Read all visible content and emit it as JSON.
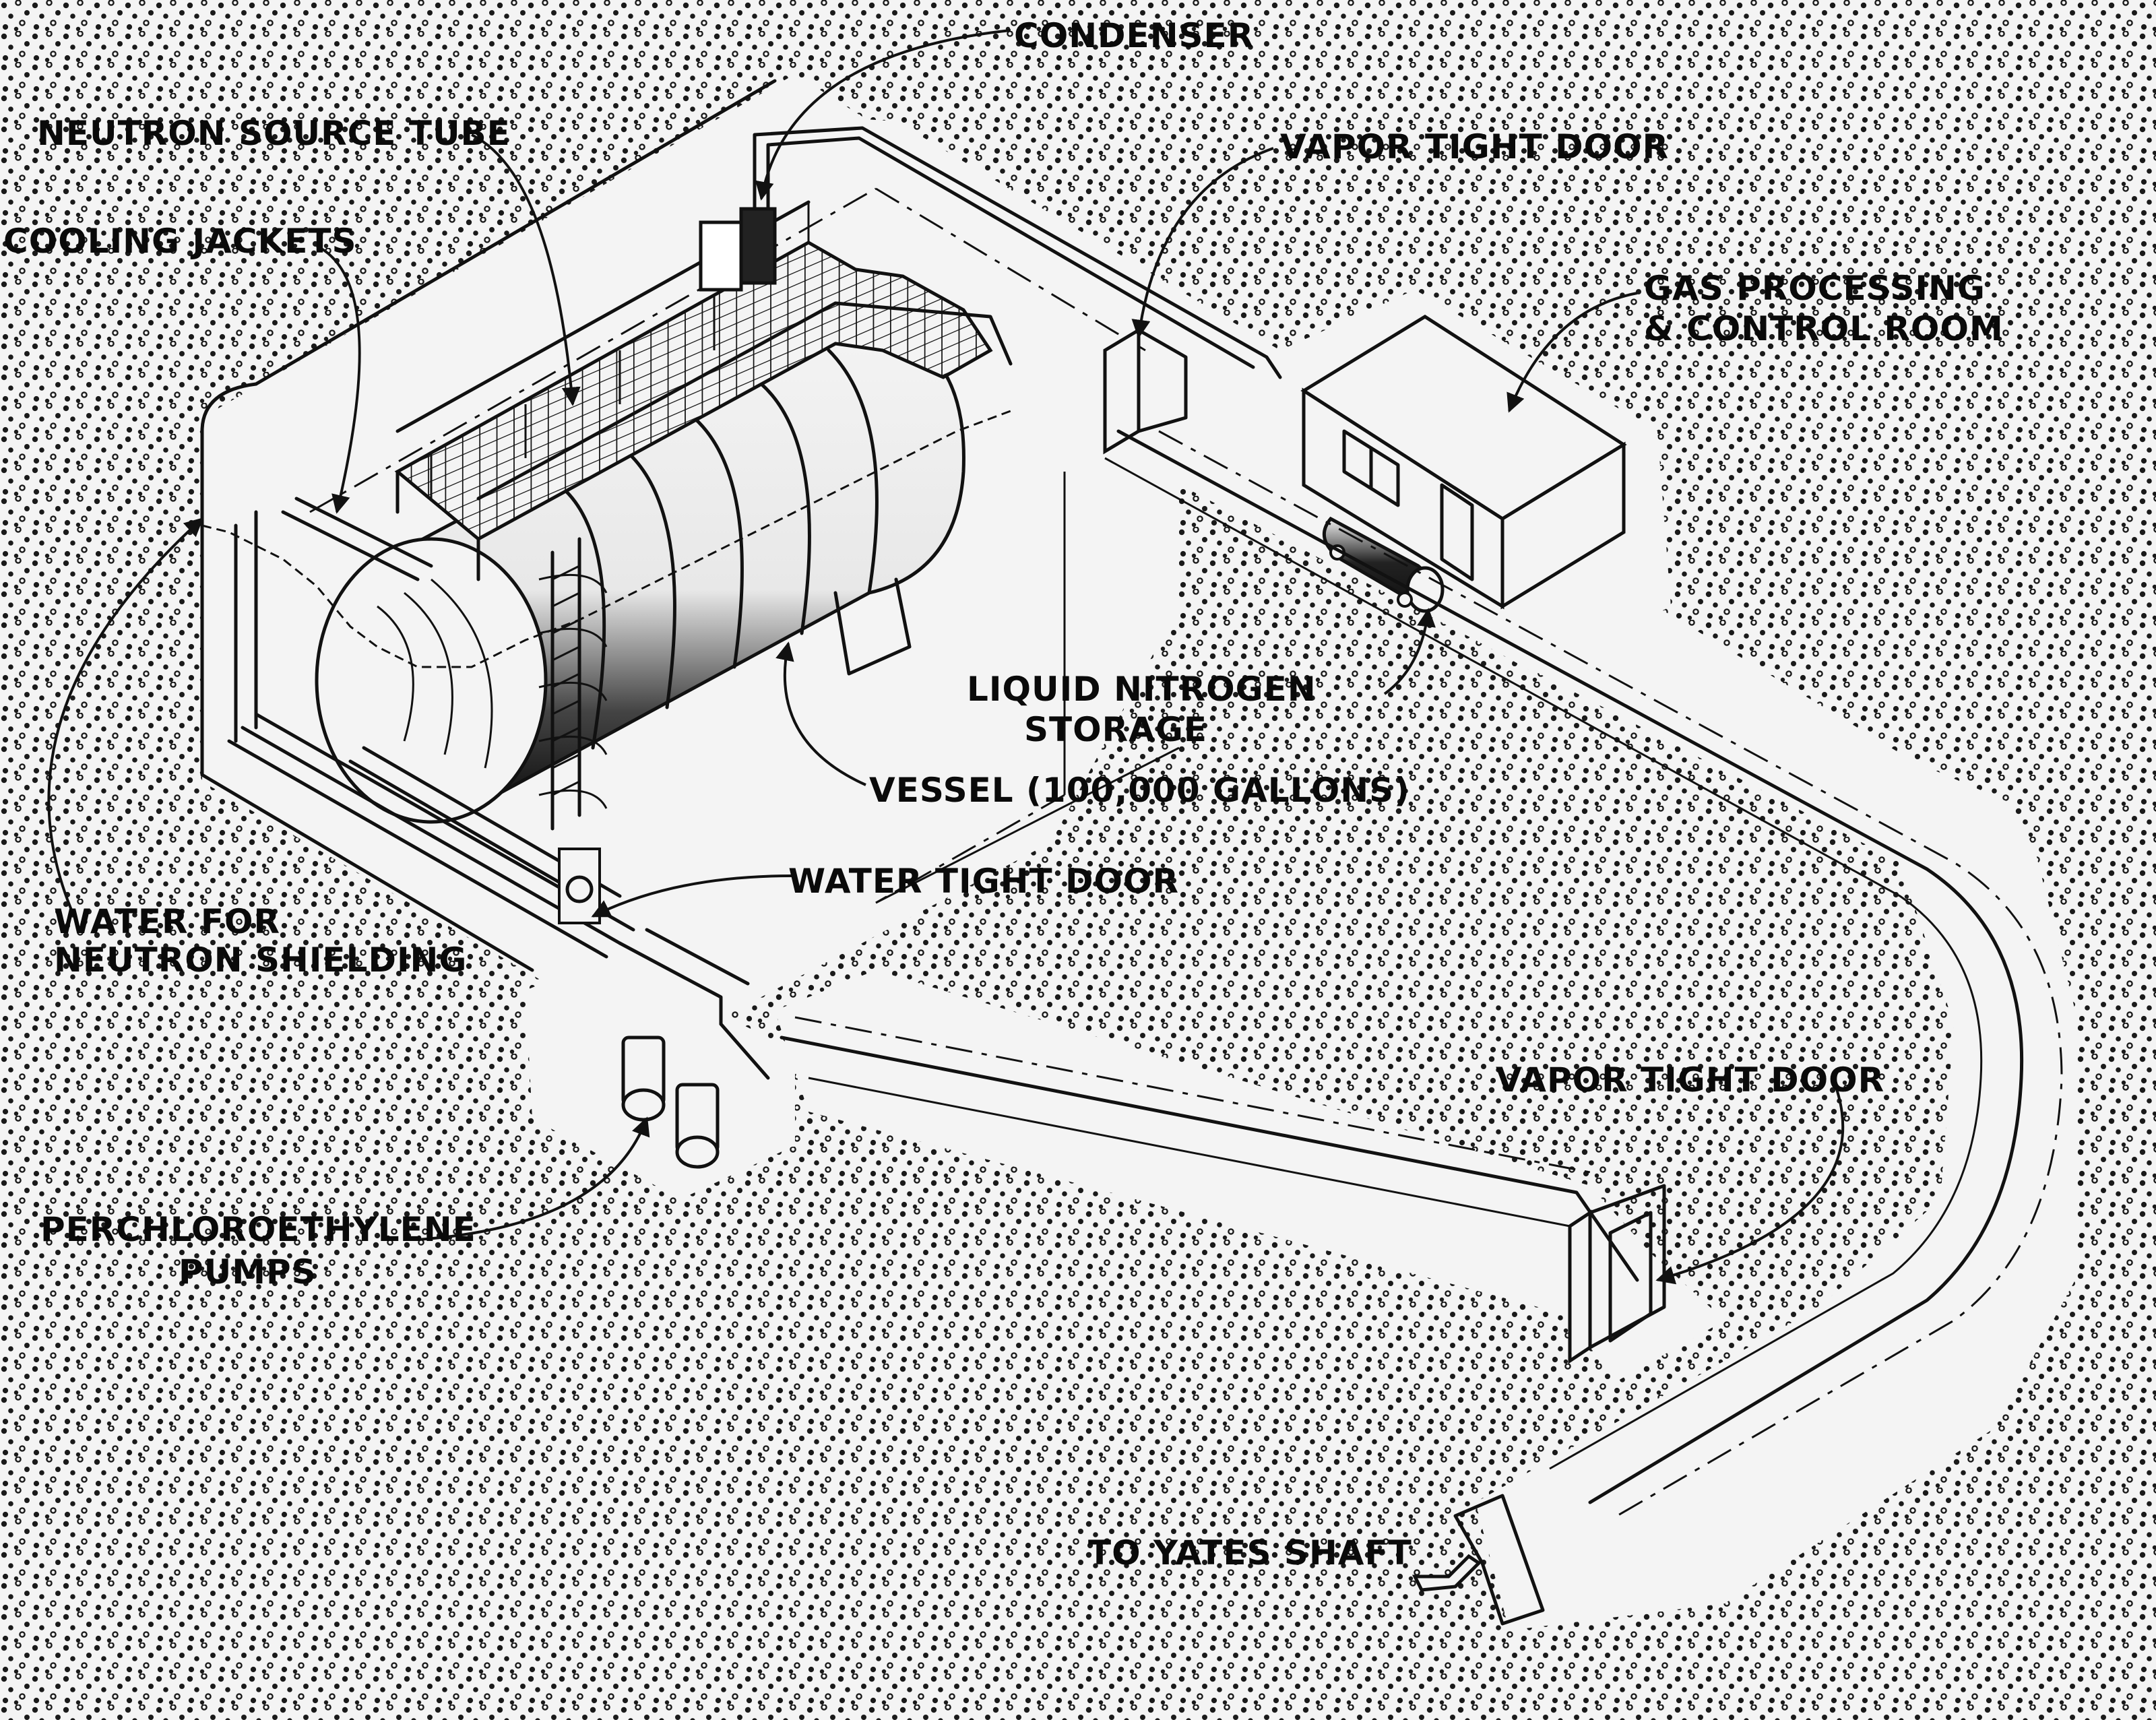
{
  "diagram": {
    "type": "isometric cutaway technical illustration",
    "subject": "Underground neutrino detector cavern with tank, access tunnels and control room",
    "palette": {
      "ink": "#111111",
      "paper": "#f4f4f4",
      "rock_stipple": "#1a1a1a"
    },
    "labels": {
      "condenser": "CONDENSER",
      "neutron_source_tube": "NEUTRON SOURCE TUBE",
      "vapor_tight_door_top": "VAPOR TIGHT DOOR",
      "cooling_jackets": "COOLING JACKETS",
      "gas_processing_line1": "GAS PROCESSING",
      "gas_processing_line2": "& CONTROL ROOM",
      "liquid_nitrogen_line1": "LIQUID NITROGEN",
      "liquid_nitrogen_line2": "STORAGE",
      "vessel": "VESSEL (100,000 GALLONS)",
      "water_tight_door": "WATER TIGHT DOOR",
      "water_shielding_line1": "WATER FOR",
      "water_shielding_line2": "NEUTRON SHIELDING",
      "vapor_tight_door_bottom": "VAPOR TIGHT DOOR",
      "pumps_line1": "PERCHLOROETHYLENE",
      "pumps_line2": "PUMPS",
      "yates_shaft": "TO YATES SHAFT"
    },
    "components": [
      {
        "id": "vessel",
        "name": "Vessel",
        "capacity": "100,000 gallons"
      },
      {
        "id": "condenser",
        "name": "Condenser"
      },
      {
        "id": "neutron-source-tube",
        "name": "Neutron source tube"
      },
      {
        "id": "cooling-jackets",
        "name": "Cooling jackets"
      },
      {
        "id": "catwalk",
        "name": "Grated catwalk with railings"
      },
      {
        "id": "ladder",
        "name": "Caged access ladder"
      },
      {
        "id": "control-room",
        "name": "Gas processing & control room"
      },
      {
        "id": "ln2-tank",
        "name": "Liquid nitrogen storage"
      },
      {
        "id": "pumps",
        "name": "Perchloroethylene pumps"
      },
      {
        "id": "water-door",
        "name": "Water tight door"
      },
      {
        "id": "vapor-door-1",
        "name": "Vapor tight door (upper)"
      },
      {
        "id": "vapor-door-2",
        "name": "Vapor tight door (lower)"
      },
      {
        "id": "tunnel",
        "name": "Access drift to Yates shaft"
      }
    ]
  }
}
